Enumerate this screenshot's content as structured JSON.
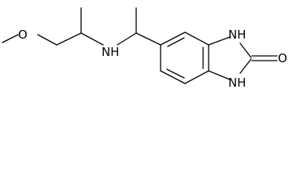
{
  "molecule": {
    "colors": {
      "bond": "#000000",
      "label": "#000000",
      "background": "#ffffff"
    },
    "atom_labels": {
      "methoxy_oxygen": "O",
      "amine": "NH",
      "ring_nh_top": "NH",
      "ring_nh_bottom": "NH",
      "carbonyl_oxygen": "O"
    }
  }
}
